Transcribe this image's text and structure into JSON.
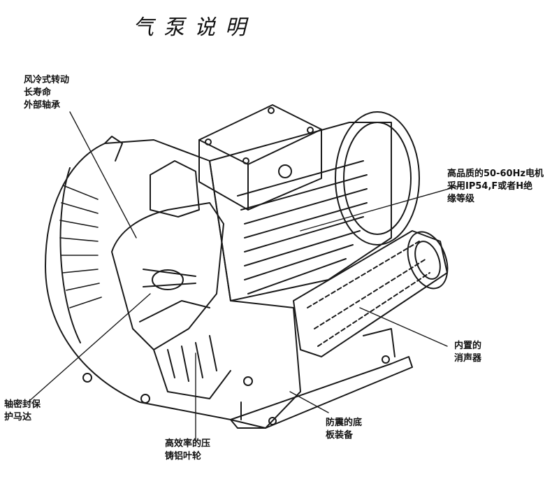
{
  "title": "气泵说明",
  "labels": {
    "bearing": [
      "风冷式转动",
      "长寿命",
      "外部轴承"
    ],
    "motor": [
      "高品质的50-60Hz电机",
      "采用IP54,F或者H绝",
      "缘等级"
    ],
    "muffler": [
      "内置的",
      "消声器"
    ],
    "seal": [
      "轴密封保",
      "护马达"
    ],
    "impeller": [
      "高效率的压",
      "铸铝叶轮"
    ],
    "base": [
      "防震的底",
      "板装备"
    ]
  }
}
